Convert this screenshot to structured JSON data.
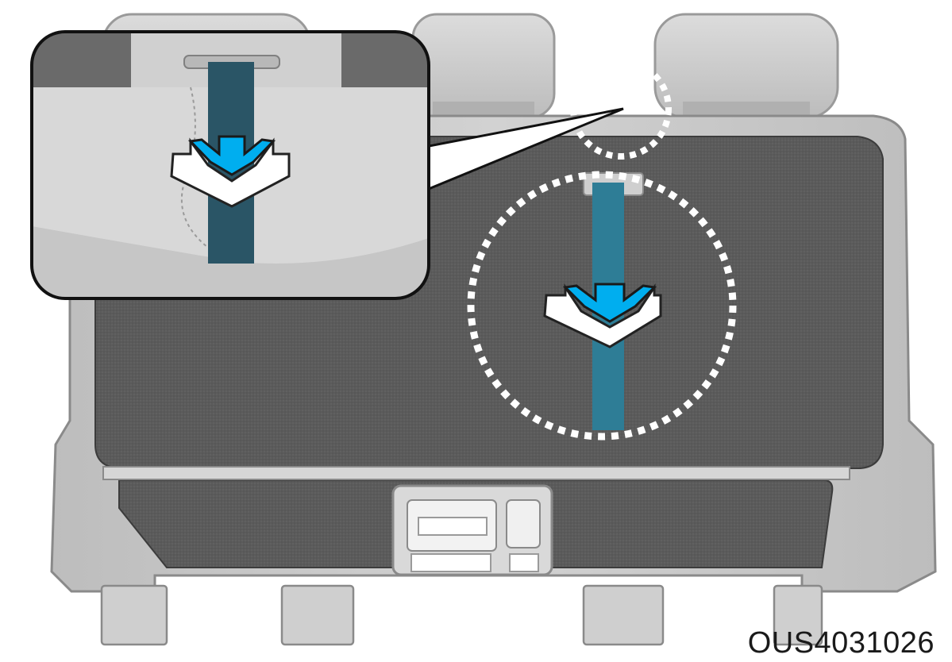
{
  "figure": {
    "code": "OUS4031026",
    "icons": {
      "strap_arrow": "down-arrow-icon",
      "inset_arrow": "down-arrow-icon",
      "seat_button_large": "seat-release-button",
      "seat_button_small": "seat-recline-switch"
    },
    "colors": {
      "background": "#ffffff",
      "seat_frame": "#c8c8c8",
      "seat_panel": "#5a5a5a",
      "strap": "#2e7d96",
      "arrow": "#00aeef",
      "highlight_ring": "#ffffff"
    }
  }
}
